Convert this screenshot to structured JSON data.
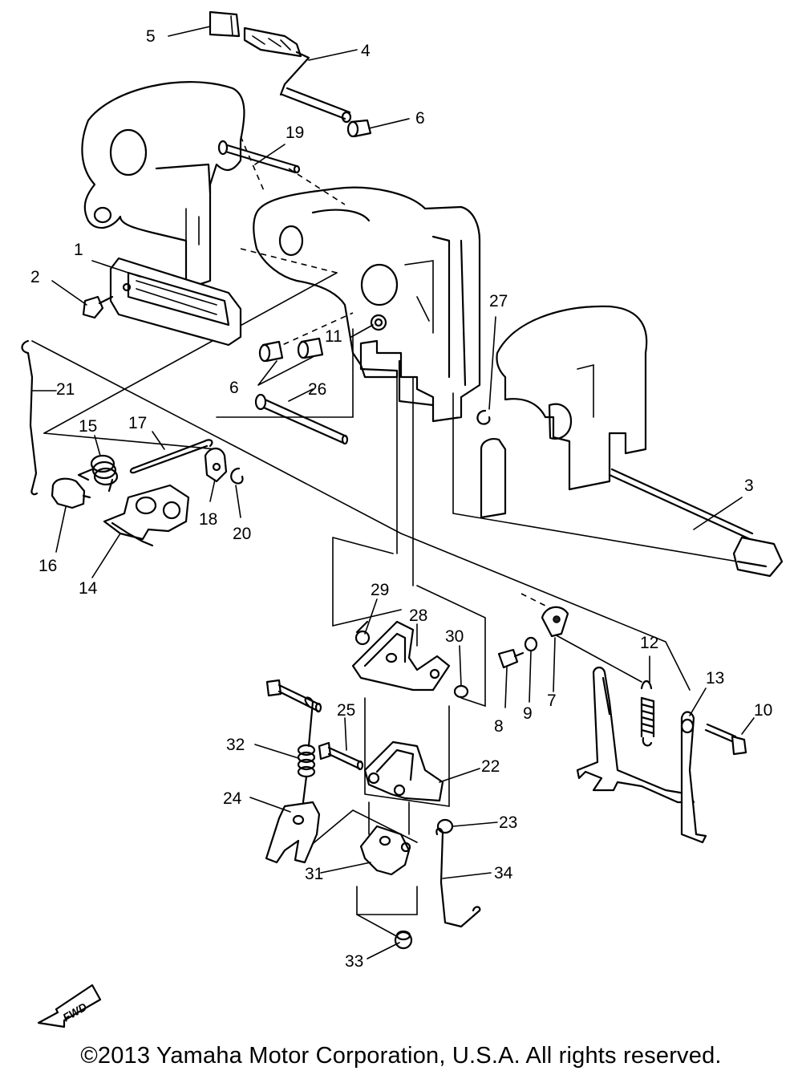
{
  "diagram": {
    "parts": [
      {
        "num": "1",
        "name": "part-1"
      },
      {
        "num": "2",
        "name": "part-2"
      },
      {
        "num": "3",
        "name": "part-3"
      },
      {
        "num": "4",
        "name": "part-4"
      },
      {
        "num": "5",
        "name": "part-5"
      },
      {
        "num": "6",
        "name": "part-6-top"
      },
      {
        "num": "6",
        "name": "part-6-mid"
      },
      {
        "num": "7",
        "name": "part-7"
      },
      {
        "num": "8",
        "name": "part-8"
      },
      {
        "num": "9",
        "name": "part-9"
      },
      {
        "num": "10",
        "name": "part-10"
      },
      {
        "num": "11",
        "name": "part-11"
      },
      {
        "num": "12",
        "name": "part-12"
      },
      {
        "num": "13",
        "name": "part-13"
      },
      {
        "num": "14",
        "name": "part-14"
      },
      {
        "num": "15",
        "name": "part-15"
      },
      {
        "num": "16",
        "name": "part-16"
      },
      {
        "num": "17",
        "name": "part-17"
      },
      {
        "num": "18",
        "name": "part-18"
      },
      {
        "num": "19",
        "name": "part-19"
      },
      {
        "num": "20",
        "name": "part-20"
      },
      {
        "num": "21",
        "name": "part-21"
      },
      {
        "num": "22",
        "name": "part-22"
      },
      {
        "num": "23",
        "name": "part-23"
      },
      {
        "num": "24",
        "name": "part-24"
      },
      {
        "num": "25",
        "name": "part-25"
      },
      {
        "num": "26",
        "name": "part-26"
      },
      {
        "num": "27",
        "name": "part-27"
      },
      {
        "num": "28",
        "name": "part-28"
      },
      {
        "num": "29",
        "name": "part-29"
      },
      {
        "num": "30",
        "name": "part-30"
      },
      {
        "num": "31",
        "name": "part-31"
      },
      {
        "num": "32",
        "name": "part-32"
      },
      {
        "num": "33",
        "name": "part-33"
      },
      {
        "num": "34",
        "name": "part-34"
      }
    ],
    "fwd_label": "FWD"
  },
  "footer": {
    "copyright": "©2013 Yamaha Motor Corporation, U.S.A. All rights reserved."
  }
}
